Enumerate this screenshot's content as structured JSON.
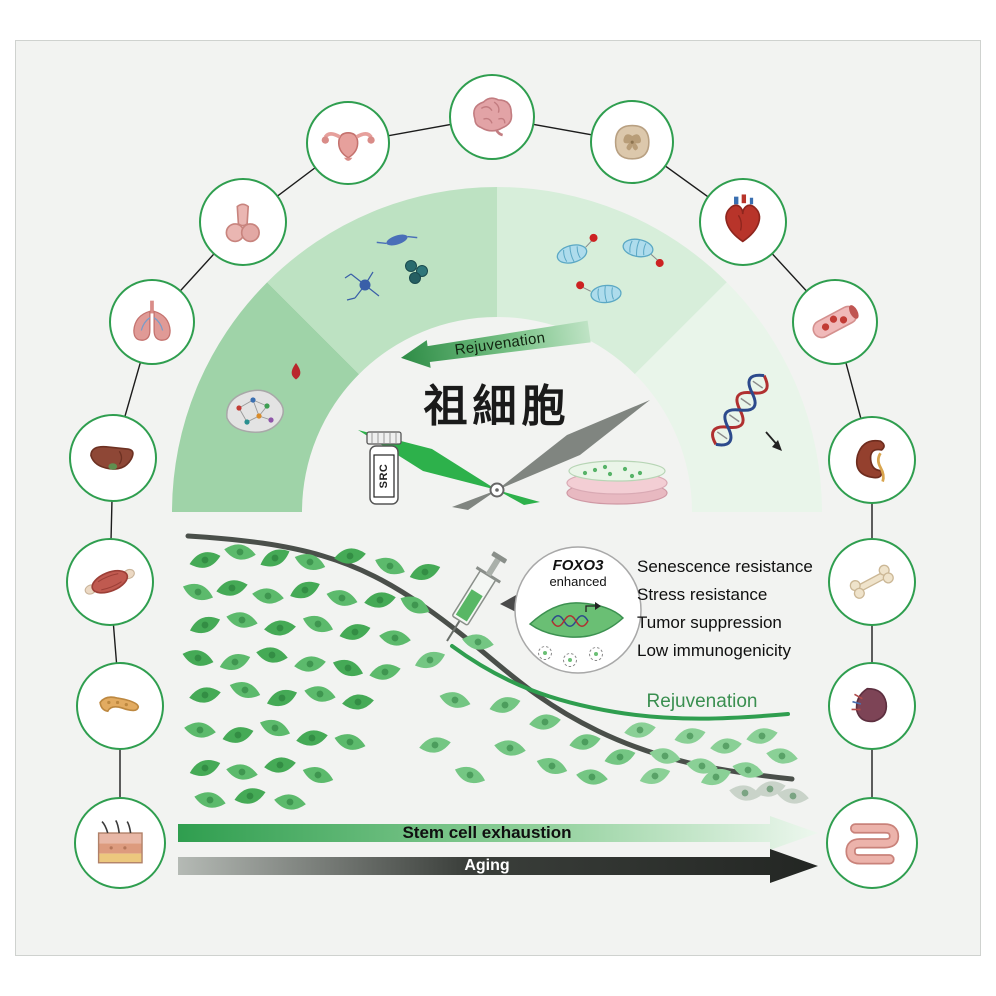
{
  "figure": {
    "arch": {
      "rejuvenation_label": "Rejuvenation",
      "title_cjk": "祖細胞",
      "vial_label": "SRC"
    },
    "callout": {
      "gene": "FOXO3",
      "qualifier": "enhanced"
    },
    "benefits": [
      "Senescence resistance",
      "Stress resistance",
      "Tumor suppression",
      "Low immunogenicity"
    ],
    "curve": {
      "rejuvenation_label": "Rejuvenation"
    },
    "axis_arrows": {
      "stem": "Stem cell exhaustion",
      "aging": "Aging"
    },
    "organs": [
      "uterus",
      "brain",
      "spinal-cord",
      "male-reproductive",
      "heart",
      "lungs",
      "blood-vessel",
      "liver",
      "kidney",
      "muscle",
      "bone",
      "pancreas",
      "spleen",
      "skin",
      "intestine"
    ],
    "colors": {
      "accent_green": "#2f9e4f",
      "arch_segments": [
        "#9fd3a8",
        "#bde2c2",
        "#d7eeda",
        "#e9f5ea"
      ],
      "hand_green": "#2db14b",
      "hand_gray": "#808580",
      "curve_gray": "#4a4f4a",
      "curve_green": "#2f9e4f",
      "cell_green": "#45aa56"
    }
  }
}
